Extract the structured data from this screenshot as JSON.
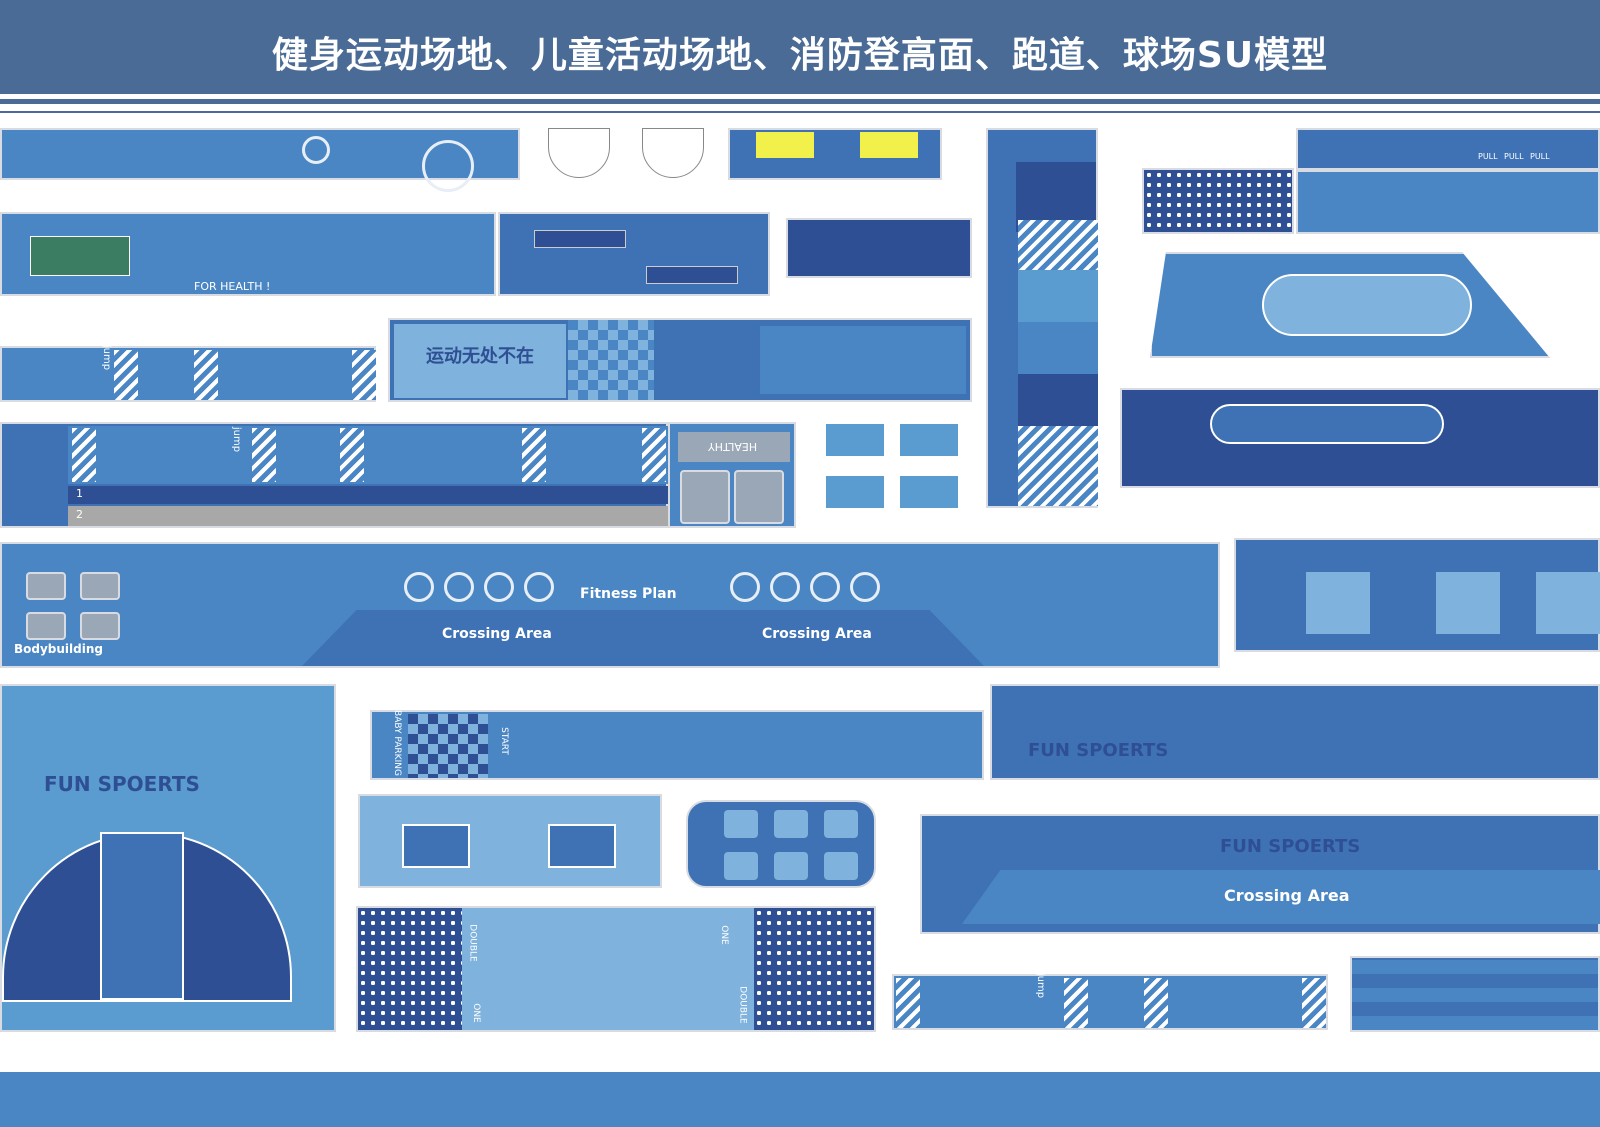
{
  "header": {
    "title": "健身运动场地、儿童活动场地、消防登高面、跑道、球场SU模型"
  },
  "labels": {
    "for_health": "FOR HEALTH !",
    "sport_slogan": "运动无处不在",
    "healthy": "HEALTHY",
    "fitness_plan": "Fitness Plan",
    "bodybuilding": "Bodybuilding",
    "crossing_area": "Crossing Area",
    "fun_sports": "FUN SPOERTS",
    "baby_parking": "BABY PARKING",
    "start": "START",
    "double": "DOUBLE",
    "one": "ONE",
    "jump": "jump",
    "pull": "PULL",
    "lane_1": "1",
    "lane_2": "2"
  },
  "colors": {
    "header": "#4a6b95",
    "panel": "#3e72b4",
    "mid": "#4a86c4",
    "light": "#7fb2dc",
    "dark": "#2f4f94"
  }
}
